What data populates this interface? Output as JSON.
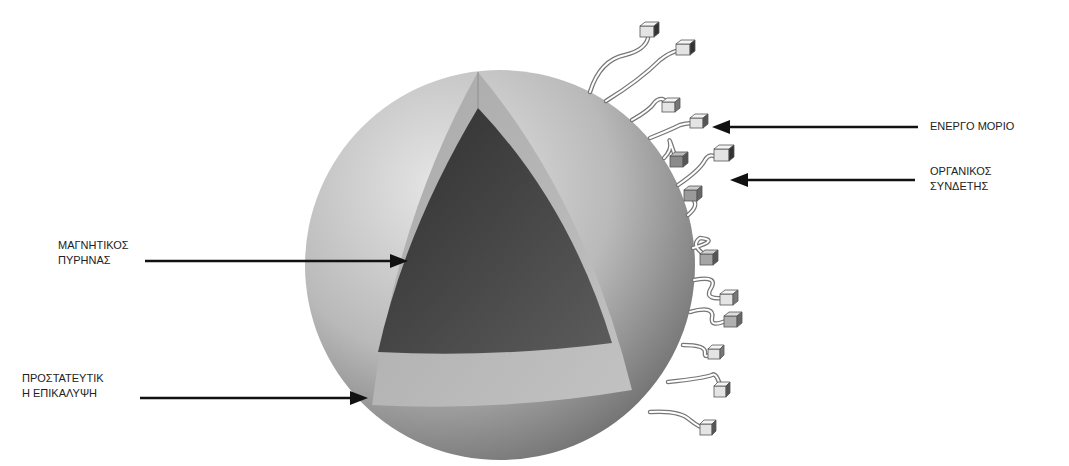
{
  "diagram": {
    "labels": [
      "ΕΝΕΡΓΟ ΜΟΡΙΟ",
      "ΟΡΓΑΝΙΚΟΣ ΣΥΝΔΕΤΗΣ",
      "ΜΑΓΝΗΤΙΚΟΣ ΠΥΡΗΝΑΣ",
      "ΠΡΟΣΤΑΤΕΥΤΙΚ Η ΕΠΙΚΑΛΥΨΗ"
    ]
  }
}
